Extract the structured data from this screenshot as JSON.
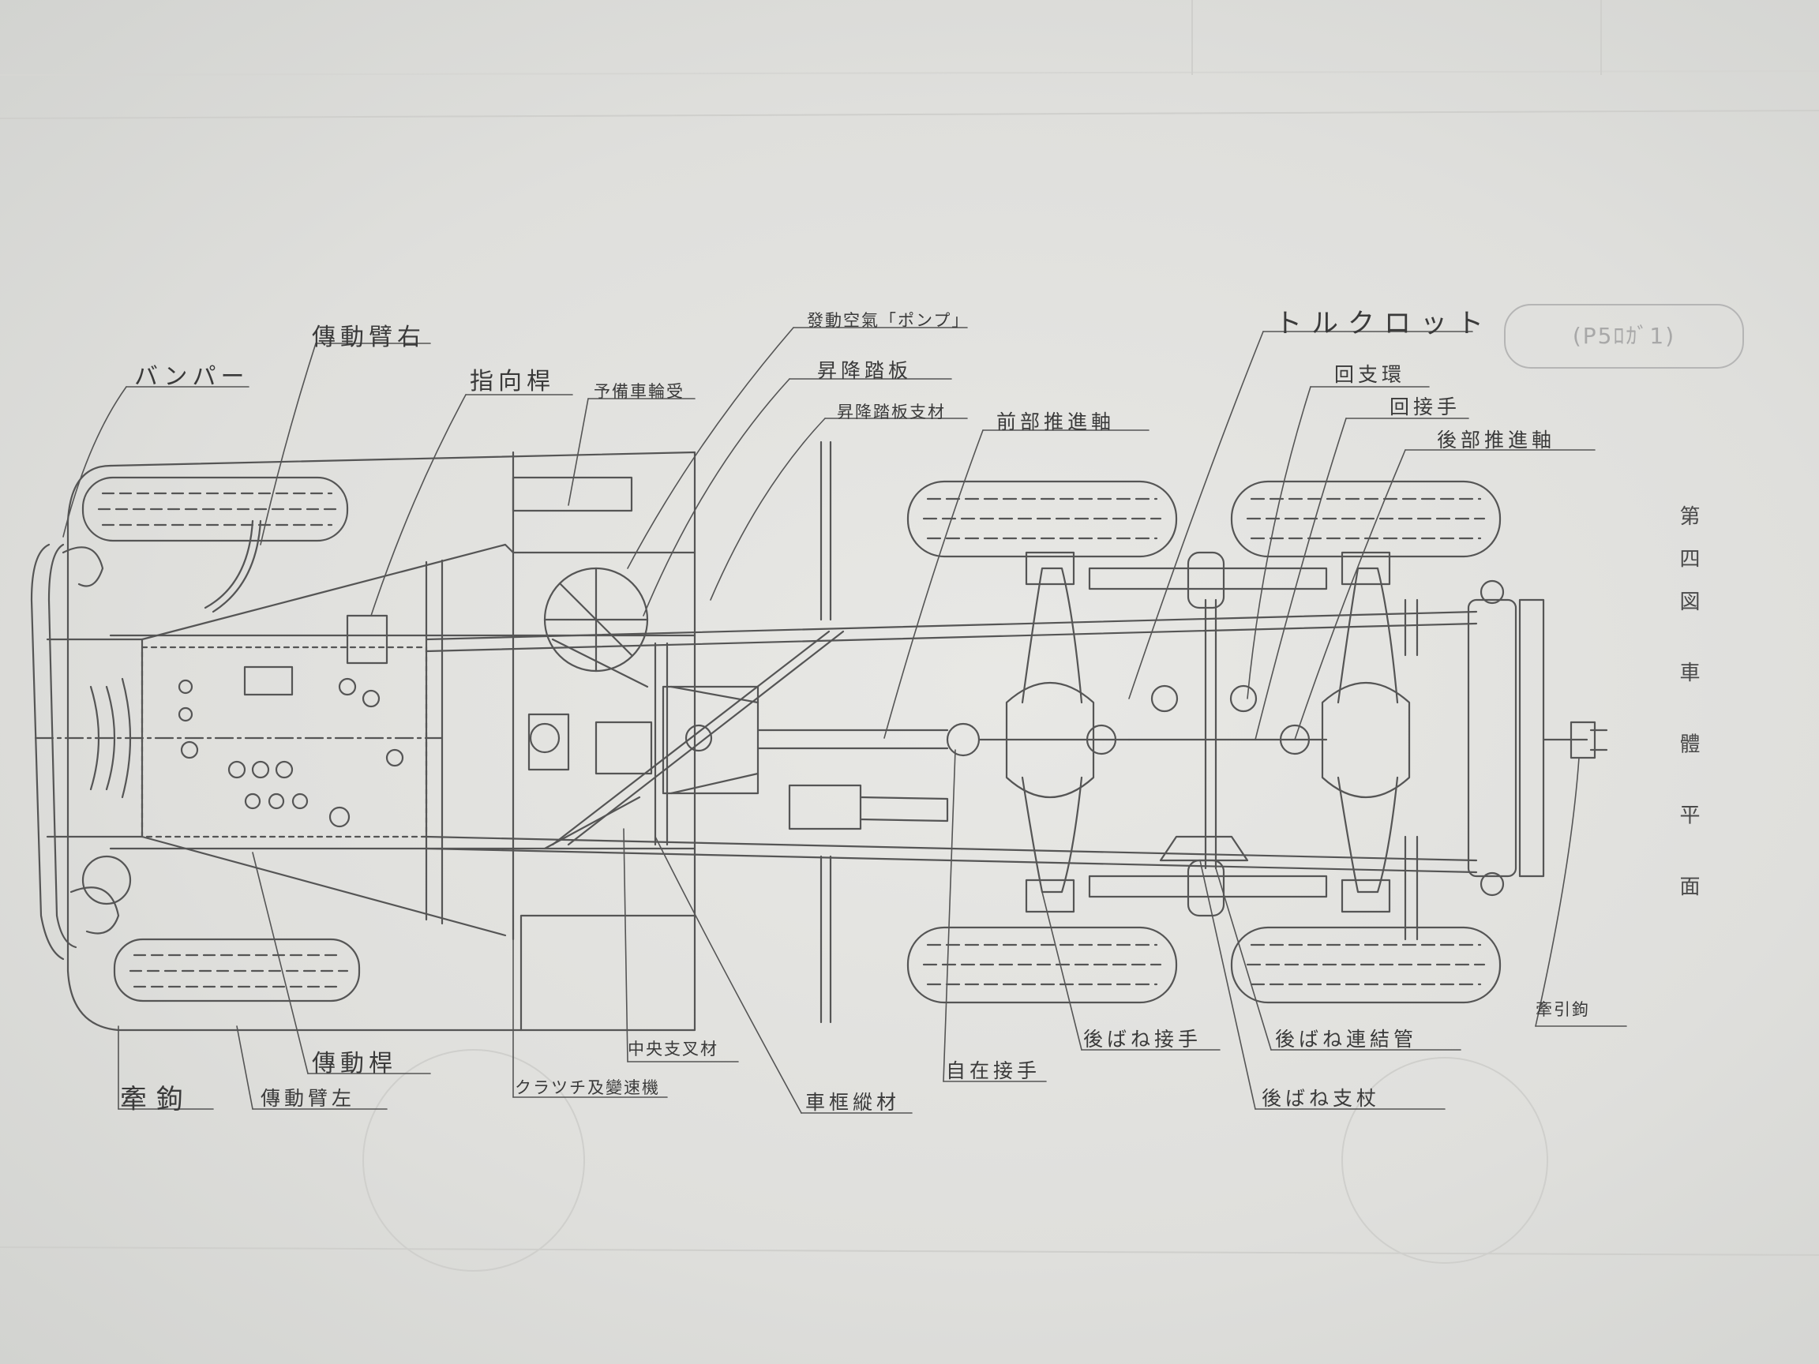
{
  "diagram": {
    "title_vertical": "第四図 車 體 平 面",
    "pencil_note": "(P5ﾛｶﾞ1)",
    "labels": {
      "bumper": "バンパー",
      "drive_arm_right": "傳動臂右",
      "steering_lever": "指向桿",
      "spare_wheel_mount": "予備車輪受",
      "power_air_pump": "發動空氣「ポンプ」",
      "step_board": "昇降踏板",
      "step_board_support": "昇降踏板支材",
      "front_propeller_shaft": "前部推進軸",
      "torque_rod": "トルクロット",
      "rotating_ring": "回支環",
      "rotary_joint": "回接手",
      "rear_propeller_shaft": "後部推進軸",
      "towing_hook_rear": "牽引鉤",
      "towing_hook_front": "牽鉤",
      "drive_lever": "傳動桿",
      "drive_arm_left": "傳動臂左",
      "clutch_transmission": "クラツチ及變速機",
      "center_support": "中央支叉材",
      "frame_longitudinal": "車框縱材",
      "universal_joint": "自在接手",
      "rear_spring_joint": "後ばね接手",
      "rear_spring_connecting_pipe": "後ばね連結管",
      "rear_spring_support": "後ばね支杖"
    }
  }
}
